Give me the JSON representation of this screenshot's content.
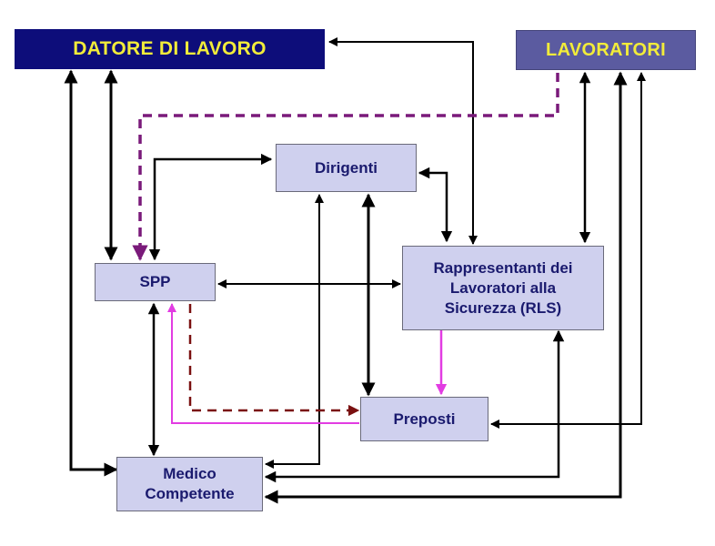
{
  "diagram": {
    "title": "Organigramma sicurezza",
    "nodes": {
      "datore": {
        "label": "DATORE DI LAVORO"
      },
      "lavoratori": {
        "label": "LAVORATORI"
      },
      "dirigenti": {
        "label": "Dirigenti"
      },
      "spp": {
        "label": "SPP"
      },
      "rls": {
        "label": "Rappresentanti dei Lavoratori alla Sicurezza (RLS)"
      },
      "preposti": {
        "label": "Preposti"
      },
      "medico": {
        "label": "Medico Competente"
      }
    },
    "colors": {
      "datore_bg": "#0d0d7a",
      "lavoratori_bg": "#5b5ba0",
      "header_text": "#f2ec3a",
      "node_bg": "#cfd0ee",
      "node_text": "#1a1a6e",
      "solid_arrow": "#000000",
      "purple_dashed": "#7a1a7a",
      "magenta_arrow": "#e23ce2",
      "darkred_dashed": "#7a1010"
    },
    "edges": [
      {
        "from": "spp",
        "to": "datore",
        "style": "solid",
        "direction": "both"
      },
      {
        "from": "medico",
        "to": "datore",
        "style": "solid",
        "direction": "both"
      },
      {
        "from": "rls",
        "to": "datore",
        "style": "solid",
        "direction": "both"
      },
      {
        "from": "lavoratori",
        "to": "spp",
        "style": "dashed-purple",
        "direction": "forward"
      },
      {
        "from": "spp",
        "to": "dirigenti",
        "style": "solid",
        "direction": "both"
      },
      {
        "from": "dirigenti",
        "to": "rls",
        "style": "solid",
        "direction": "both"
      },
      {
        "from": "spp",
        "to": "rls",
        "style": "solid",
        "direction": "both"
      },
      {
        "from": "lavoratori",
        "to": "rls",
        "style": "solid",
        "direction": "both"
      },
      {
        "from": "dirigenti",
        "to": "preposti",
        "style": "solid",
        "direction": "both"
      },
      {
        "from": "dirigenti",
        "to": "medico",
        "style": "solid",
        "direction": "both"
      },
      {
        "from": "rls",
        "to": "preposti",
        "style": "magenta",
        "direction": "forward"
      },
      {
        "from": "preposti",
        "to": "spp",
        "style": "magenta",
        "direction": "forward"
      },
      {
        "from": "spp",
        "to": "preposti",
        "style": "dashed-darkred",
        "direction": "forward"
      },
      {
        "from": "spp",
        "to": "medico",
        "style": "solid",
        "direction": "both"
      },
      {
        "from": "lavoratori",
        "to": "preposti",
        "style": "solid",
        "direction": "both"
      },
      {
        "from": "rls",
        "to": "medico",
        "style": "solid",
        "direction": "both"
      },
      {
        "from": "lavoratori",
        "to": "medico",
        "style": "solid",
        "direction": "both"
      }
    ]
  }
}
